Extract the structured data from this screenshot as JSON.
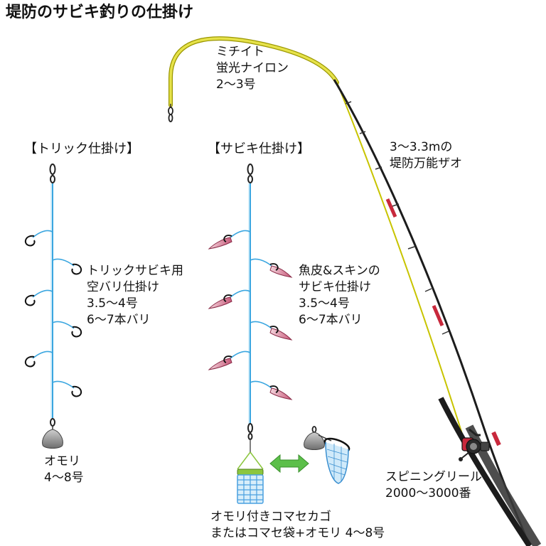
{
  "title": "堤防のサビキ釣りの仕掛け",
  "headers": {
    "trick": "【トリック仕掛け】",
    "sabiki": "【サビキ仕掛け】"
  },
  "line_label": [
    "ミチイト",
    "蛍光ナイロン",
    "2〜3号"
  ],
  "rod_label": [
    "3〜3.3mの",
    "堤防万能ザオ"
  ],
  "trick_label": [
    "トリックサビキ用",
    "空バリ仕掛け",
    "3.5〜4号",
    "6〜7本バリ"
  ],
  "sabiki_label": [
    "魚皮&スキンの",
    "サビキ仕掛け",
    "3.5〜4号",
    "6〜7本バリ"
  ],
  "sinker_label": [
    "オモリ",
    "4〜8号"
  ],
  "reel_label": [
    "スピニングリール",
    "2000〜3000番"
  ],
  "basket_label": [
    "オモリ付きコマセカゴ",
    "またはコマセ袋+オモリ 4〜8号"
  ],
  "colors": {
    "line": "#c8c400",
    "rod": "#1c1c1c",
    "rod_accent": "#c8283c",
    "leader": "#3aa6e0",
    "skin": "#c85a7a",
    "basket": "#4aa0e0",
    "basket_top": "#8cc63f",
    "arrow": "#5cbf4a",
    "sinker": "#8a8a8a"
  },
  "icons": [
    "swivel-icon",
    "hook-icon",
    "skin-hook-icon",
    "sinker-icon",
    "bait-basket-icon",
    "mesh-bag-icon",
    "double-arrow-icon",
    "spinning-reel-icon"
  ]
}
